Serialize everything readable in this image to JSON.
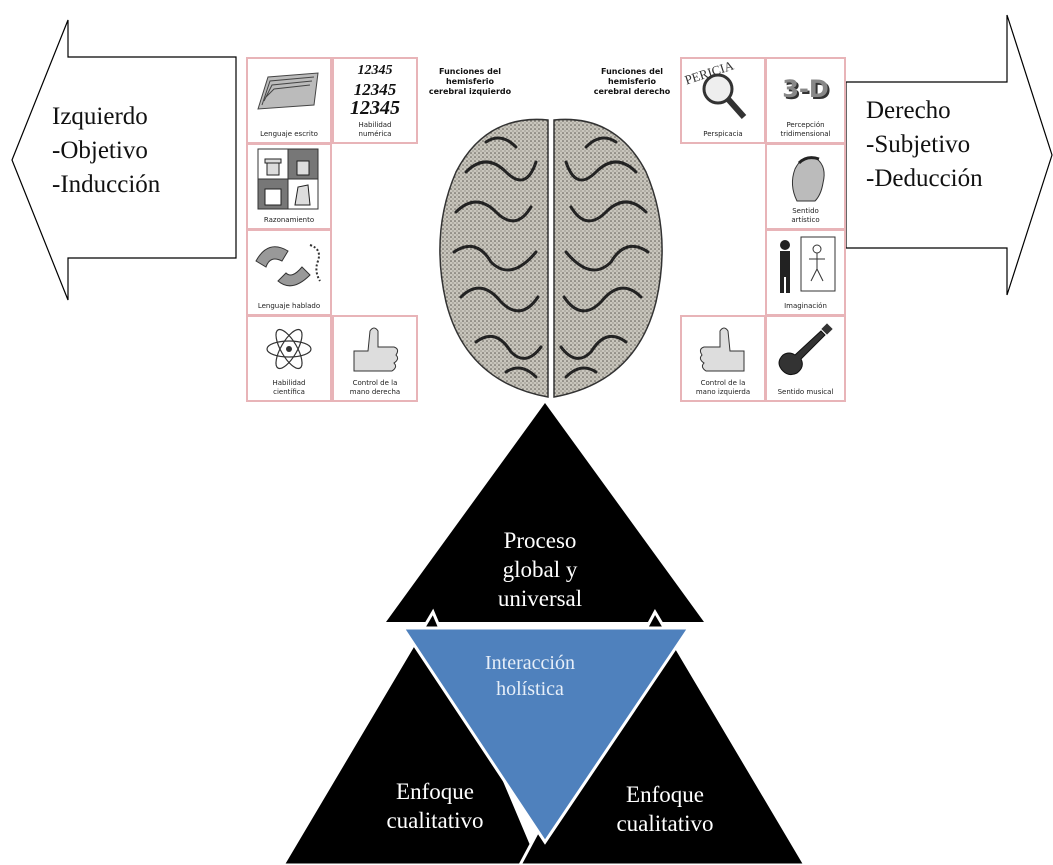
{
  "left_arrow": {
    "lines": [
      "Izquierdo",
      "-Objetivo",
      "-Inducción"
    ]
  },
  "right_arrow": {
    "lines": [
      "Derecho",
      "-Subjetivo",
      "-Deducción"
    ]
  },
  "brain_panel": {
    "left_heading": [
      "Funciones del",
      "hemisferio",
      "cerebral izquierdo"
    ],
    "right_heading": [
      "Funciones del",
      "hemisferio",
      "cerebral derecho"
    ],
    "numbers": [
      "12345",
      "12345",
      "12345"
    ],
    "pericia_text": "PERICIA",
    "three_d_text": "3-D",
    "left_cells": {
      "lenguaje_escrito": "Lenguaje escrito",
      "habilidad_numerica": [
        "Habilidad",
        "numérica"
      ],
      "razonamiento": "Razonamiento",
      "lenguaje_hablado": "Lenguaje hablado",
      "habilidad_cientifica": [
        "Habilidad",
        "científica"
      ],
      "control_mano_derecha": [
        "Control de la",
        "mano derecha"
      ]
    },
    "right_cells": {
      "perspicacia": "Perspicacia",
      "percepcion": [
        "Percepción",
        "tridimensional"
      ],
      "sentido_artistico": [
        "Sentido",
        "artístico"
      ],
      "imaginacion": "Imaginación",
      "control_mano_izquierda": [
        "Control de la",
        "mano izquierda"
      ],
      "sentido_musical": "Sentido musical"
    }
  },
  "pyramid": {
    "top": [
      "Proceso",
      "global y",
      "universal"
    ],
    "center": [
      "Interacción",
      "holística"
    ],
    "bottom_left": [
      "Enfoque",
      "cualitativo"
    ],
    "bottom_right": [
      "Enfoque",
      "cualitativo"
    ],
    "colors": {
      "triangle": "#000000",
      "center": "#4f81bd"
    }
  }
}
